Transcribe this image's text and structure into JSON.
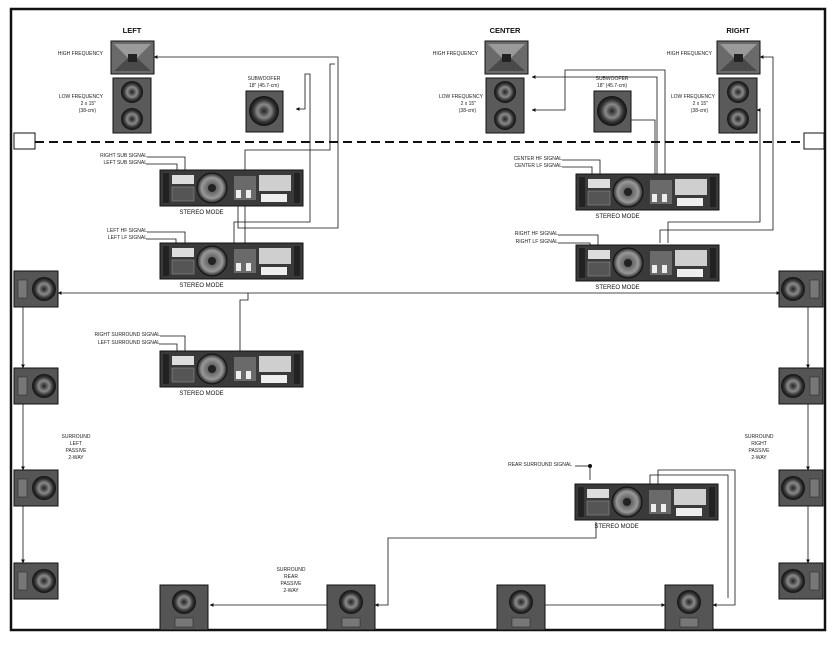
{
  "stacks": {
    "left": {
      "heading": "LEFT",
      "hf": "HIGH FREQUENCY",
      "lf": [
        "LOW FREQUENCY",
        "2 x 15\"",
        "(38-cm)"
      ]
    },
    "center": {
      "heading": "CENTER",
      "hf": "HIGH FREQUENCY",
      "lf": [
        "LOW FREQUENCY",
        "2 x 15\"",
        "(38-cm)"
      ]
    },
    "right": {
      "heading": "RIGHT",
      "hf": "HIGH FREQUENCY",
      "lf": [
        "LOW FREQUENCY",
        "2 x 15\"",
        "(38-cm)"
      ]
    }
  },
  "subwoofers": {
    "left": [
      "SUBWOOFER",
      "18\" (45.7-cm)"
    ],
    "center": [
      "SUBWOOFER",
      "18\" (45.7-cm)"
    ]
  },
  "amplifiers": [
    {
      "id": "amp1",
      "mode": "STEREO MODE",
      "signals": [
        "RIGHT SUB SIGNAL",
        "LEFT SUB SIGNAL"
      ]
    },
    {
      "id": "amp2",
      "mode": "STEREO MODE",
      "signals": [
        "LEFT HF SIGNAL",
        "LEFT LF SIGNAL"
      ]
    },
    {
      "id": "amp3",
      "mode": "STEREO MODE",
      "signals": [
        "RIGHT SURROUND SIGNAL",
        "LEFT SURROUND SIGNAL"
      ]
    },
    {
      "id": "amp4",
      "mode": "STEREO MODE",
      "signals": [
        "CENTER HF SIGNAL",
        "CENTER LF SIGNAL"
      ]
    },
    {
      "id": "amp5",
      "mode": "STEREO MODE",
      "signals": [
        "RIGHT HF SIGNAL",
        "RIGHT LF SIGNAL"
      ]
    },
    {
      "id": "amp6",
      "mode": "STEREO MODE",
      "signals": [
        "REAR SURROUND SIGNAL"
      ]
    }
  ],
  "surround_labels": {
    "left": [
      "SURROUND",
      "LEFT",
      "PASSIVE",
      "2-WAY"
    ],
    "right": [
      "SURROUND",
      "RIGHT",
      "PASSIVE",
      "2-WAY"
    ],
    "rear": [
      "SURROUND",
      "REAR",
      "PASSIVE",
      "2-WAY"
    ]
  },
  "colors": {
    "line": "#111111",
    "cabinet": "#5a5a5a",
    "amp": "#3a3a3a"
  }
}
